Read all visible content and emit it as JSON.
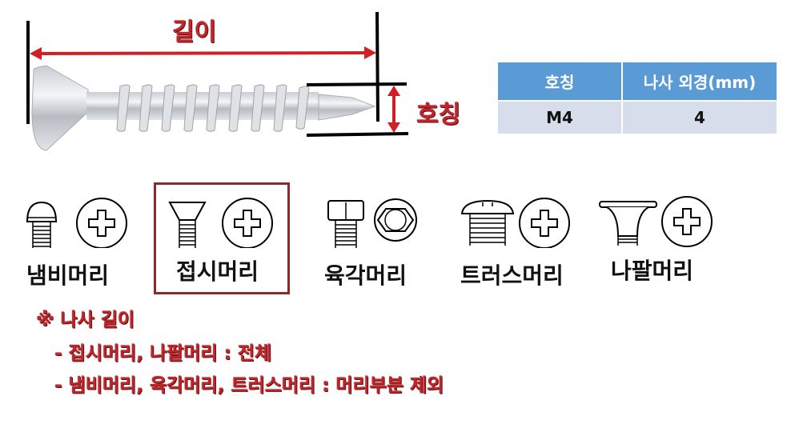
{
  "diagram": {
    "length_label": "길이",
    "nominal_label": "호칭",
    "colors": {
      "accent_red": "#c0262b",
      "table_header": "#5b9bd5",
      "table_row": "#d7ddea",
      "selected_border": "#8b2a2d"
    }
  },
  "spec_table": {
    "headers": [
      "호칭",
      "나사 외경(mm)"
    ],
    "rows": [
      [
        "M4",
        "4"
      ]
    ]
  },
  "head_types": [
    {
      "label": "냄비머리",
      "shape": "pan-head",
      "drive": "phillips",
      "selected": false
    },
    {
      "label": "접시머리",
      "shape": "flat-head",
      "drive": "phillips",
      "selected": true
    },
    {
      "label": "육각머리",
      "shape": "hex-head",
      "drive": "hex",
      "selected": false
    },
    {
      "label": "트러스머리",
      "shape": "truss-head",
      "drive": "phillips",
      "selected": false
    },
    {
      "label": "나팔머리",
      "shape": "bugle-head",
      "drive": "phillips",
      "selected": false
    }
  ],
  "notes": {
    "title": "※ 나사 길이",
    "lines": [
      "- 접시머리, 나팔머리 : 전체",
      "- 냄비머리, 육각머리, 트러스머리 : 머리부분 제외"
    ]
  }
}
